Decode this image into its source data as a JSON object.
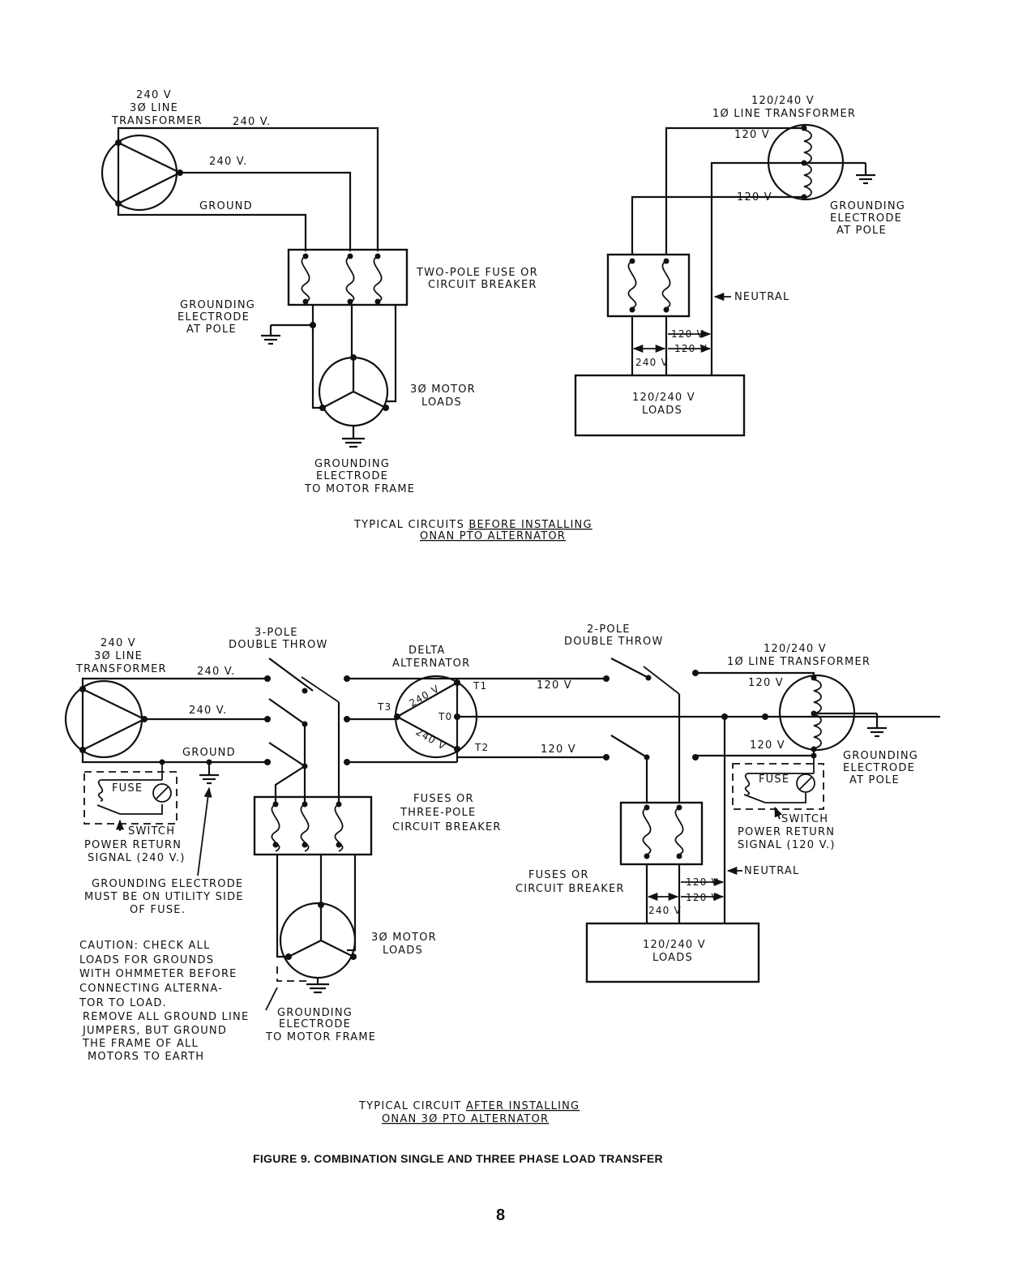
{
  "top_left": {
    "transformer_label": [
      "240 V",
      "3Ø LINE",
      "TRANSFORMER"
    ],
    "line1_label": "240 V.",
    "line2_label": "240 V.",
    "ground_label": "GROUND",
    "fuse_label": [
      "TWO-POLE FUSE OR",
      "CIRCUIT BREAKER"
    ],
    "grounding_pole_label": [
      "GROUNDING",
      "ELECTRODE",
      "AT POLE"
    ],
    "motor_label": [
      "3Ø MOTOR",
      "LOADS"
    ],
    "grounding_frame_label": [
      "GROUNDING",
      "ELECTRODE",
      "TO MOTOR FRAME"
    ]
  },
  "top_right": {
    "transformer_label": [
      "120/240 V",
      "1Ø LINE TRANSFORMER"
    ],
    "v1": "120 V",
    "v2": "120 V",
    "grounding_label": [
      "GROUNDING",
      "ELECTRODE",
      "AT POLE"
    ],
    "neutral_label": "NEUTRAL",
    "leg1": "120 V",
    "leg2": "120 V",
    "across": "240 V",
    "loads_label": [
      "120/240 V",
      "LOADS"
    ]
  },
  "top_caption": {
    "line1_plain": "TYPICAL CIRCUITS ",
    "line1_underlined": "BEFORE INSTALLING",
    "line2": "ONAN PTO ALTERNATOR"
  },
  "bottom_left": {
    "transformer_label": [
      "240 V",
      "3Ø LINE",
      "TRANSFORMER"
    ],
    "line1_label": "240 V.",
    "line2_label": "240 V.",
    "ground_label": "GROUND",
    "switch_label": [
      "3-POLE",
      "DOUBLE THROW"
    ],
    "fuse_small": "FUSE",
    "switch_small": "SWITCH",
    "power_return": [
      "POWER RETURN",
      "SIGNAL  (240 V.)"
    ],
    "grounding_note": [
      "GROUNDING ELECTRODE",
      "MUST BE ON UTILITY SIDE",
      "OF FUSE."
    ],
    "caution": [
      "CAUTION:  CHECK ALL",
      "LOADS FOR GROUNDS",
      "WITH OHMMETER BEFORE",
      "CONNECTING ALTERNA-",
      "TOR TO LOAD.",
      "REMOVE ALL GROUND LINE",
      "JUMPERS, BUT GROUND",
      "THE FRAME OF ALL",
      "MOTORS TO EARTH"
    ],
    "fuses_label": [
      "FUSES OR",
      "THREE-POLE",
      "CIRCUIT BREAKER"
    ],
    "motor_label": [
      "3Ø MOTOR",
      "LOADS"
    ],
    "grounding_frame_label": [
      "GROUNDING",
      "ELECTRODE",
      "TO MOTOR FRAME"
    ]
  },
  "alternator": {
    "label": [
      "DELTA",
      "ALTERNATOR"
    ],
    "t1": "T1",
    "t2": "T2",
    "t3": "T3",
    "t0": "T0",
    "v_top": "240 V",
    "v_bottom": "240 V",
    "out1": "120 V",
    "out2": "120 V"
  },
  "bottom_right": {
    "switch_label": [
      "2-POLE",
      "DOUBLE THROW"
    ],
    "transformer_label": [
      "120/240 V",
      "1Ø LINE TRANSFORMER"
    ],
    "v1": "120 V",
    "v2": "120 V",
    "grounding_label": [
      "GROUNDING",
      "ELECTRODE",
      "AT POLE"
    ],
    "fuse_small": "FUSE",
    "switch_small": "SWITCH",
    "power_return": [
      "POWER RETURN",
      "SIGNAL  (120 V.)"
    ],
    "neutral_label": "NEUTRAL",
    "fuses_label": [
      "FUSES  OR",
      "CIRCUIT BREAKER"
    ],
    "leg1": "120 V",
    "leg2": "120 V",
    "across": "240 V",
    "loads_label": [
      "120/240 V",
      "LOADS"
    ]
  },
  "bottom_caption": {
    "line1_plain": "TYPICAL CIRCUIT ",
    "line1_underlined": "AFTER INSTALLING",
    "line2": "ONAN 3Ø PTO ALTERNATOR"
  },
  "figure_title": "FIGURE  9.  COMBINATION SINGLE AND THREE PHASE LOAD TRANSFER",
  "page_number": "8"
}
